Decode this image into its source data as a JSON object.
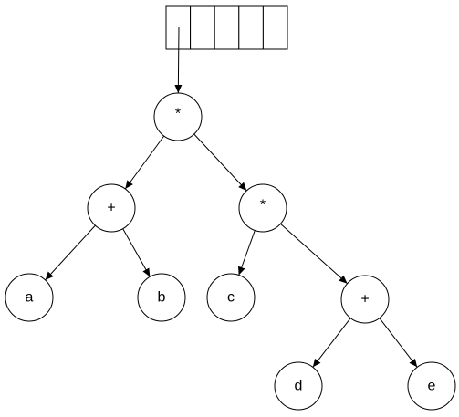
{
  "diagram": {
    "array": {
      "cells": 5
    },
    "nodes": [
      {
        "id": "root",
        "label": "*"
      },
      {
        "id": "plus1",
        "label": "+"
      },
      {
        "id": "mul2",
        "label": "*"
      },
      {
        "id": "a",
        "label": "a"
      },
      {
        "id": "b",
        "label": "b"
      },
      {
        "id": "c",
        "label": "c"
      },
      {
        "id": "plus2",
        "label": "+"
      },
      {
        "id": "d",
        "label": "d"
      },
      {
        "id": "e",
        "label": "e"
      }
    ],
    "edges": [
      {
        "from": "array",
        "to": "root"
      },
      {
        "from": "root",
        "to": "plus1"
      },
      {
        "from": "root",
        "to": "mul2"
      },
      {
        "from": "plus1",
        "to": "a"
      },
      {
        "from": "plus1",
        "to": "b"
      },
      {
        "from": "mul2",
        "to": "c"
      },
      {
        "from": "mul2",
        "to": "plus2"
      },
      {
        "from": "plus2",
        "to": "d"
      },
      {
        "from": "plus2",
        "to": "e"
      }
    ]
  }
}
